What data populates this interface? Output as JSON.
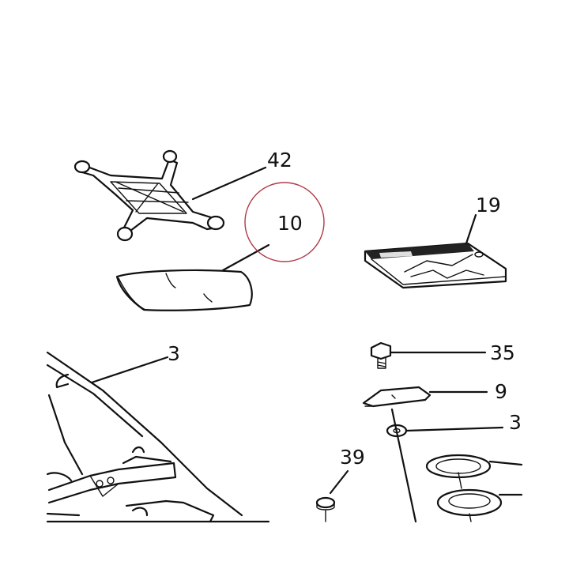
{
  "diagram": {
    "labels": {
      "l42": "42",
      "l10": "10",
      "l19": "19",
      "l3a": "3",
      "l35": "35",
      "l9": "9",
      "l3b": "3",
      "l39": "39"
    },
    "colors": {
      "ink": "#111111",
      "highlight_circle": "#b03a48",
      "background": "#ffffff"
    },
    "highlighted_label": "10"
  }
}
